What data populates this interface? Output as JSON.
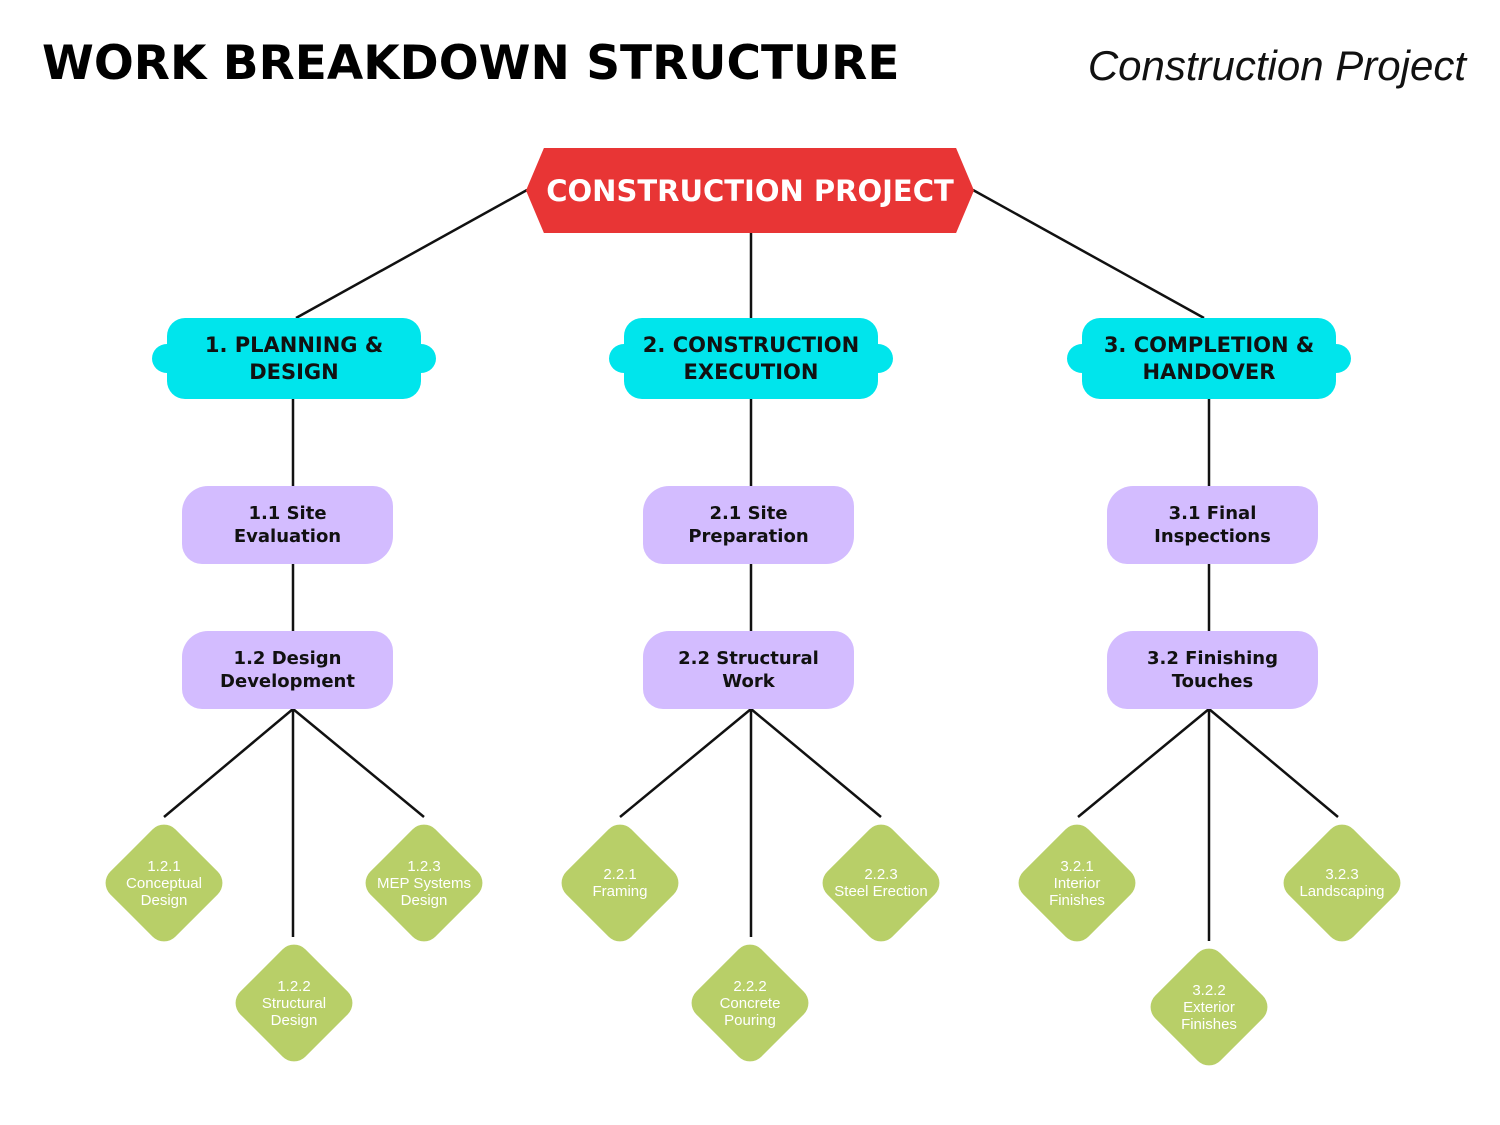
{
  "header": {
    "title": "WORK BREAKDOWN STRUCTURE",
    "subtitle": "Construction Project"
  },
  "root": {
    "label": "CONSTRUCTION PROJECT"
  },
  "phases": [
    {
      "label": "1. PLANNING &\nDESIGN",
      "tasks": [
        {
          "label": "1.1 Site\nEvaluation"
        },
        {
          "label": "1.2 Design\nDevelopment"
        }
      ],
      "deliverables": [
        {
          "label": "1.2.1\nConceptual\nDesign"
        },
        {
          "label": "1.2.2\nStructural\nDesign"
        },
        {
          "label": "1.2.3\nMEP Systems\nDesign"
        }
      ]
    },
    {
      "label": "2. CONSTRUCTION\nEXECUTION",
      "tasks": [
        {
          "label": "2.1 Site\nPreparation"
        },
        {
          "label": "2.2 Structural\nWork"
        }
      ],
      "deliverables": [
        {
          "label": "2.2.1\nFraming"
        },
        {
          "label": "2.2.2\nConcrete\nPouring"
        },
        {
          "label": "2.2.3\nSteel Erection"
        }
      ]
    },
    {
      "label": "3. COMPLETION &\nHANDOVER",
      "tasks": [
        {
          "label": "3.1 Final\nInspections"
        },
        {
          "label": "3.2 Finishing\nTouches"
        }
      ],
      "deliverables": [
        {
          "label": "3.2.1\nInterior\nFinishes"
        },
        {
          "label": "3.2.2\nExterior\nFinishes"
        },
        {
          "label": "3.2.3\nLandscaping"
        }
      ]
    }
  ],
  "colors": {
    "root": "#e83535",
    "phase": "#00e5ec",
    "task": "#d3bcff",
    "deliverable": "#b8cf68",
    "connector": "#111111"
  }
}
